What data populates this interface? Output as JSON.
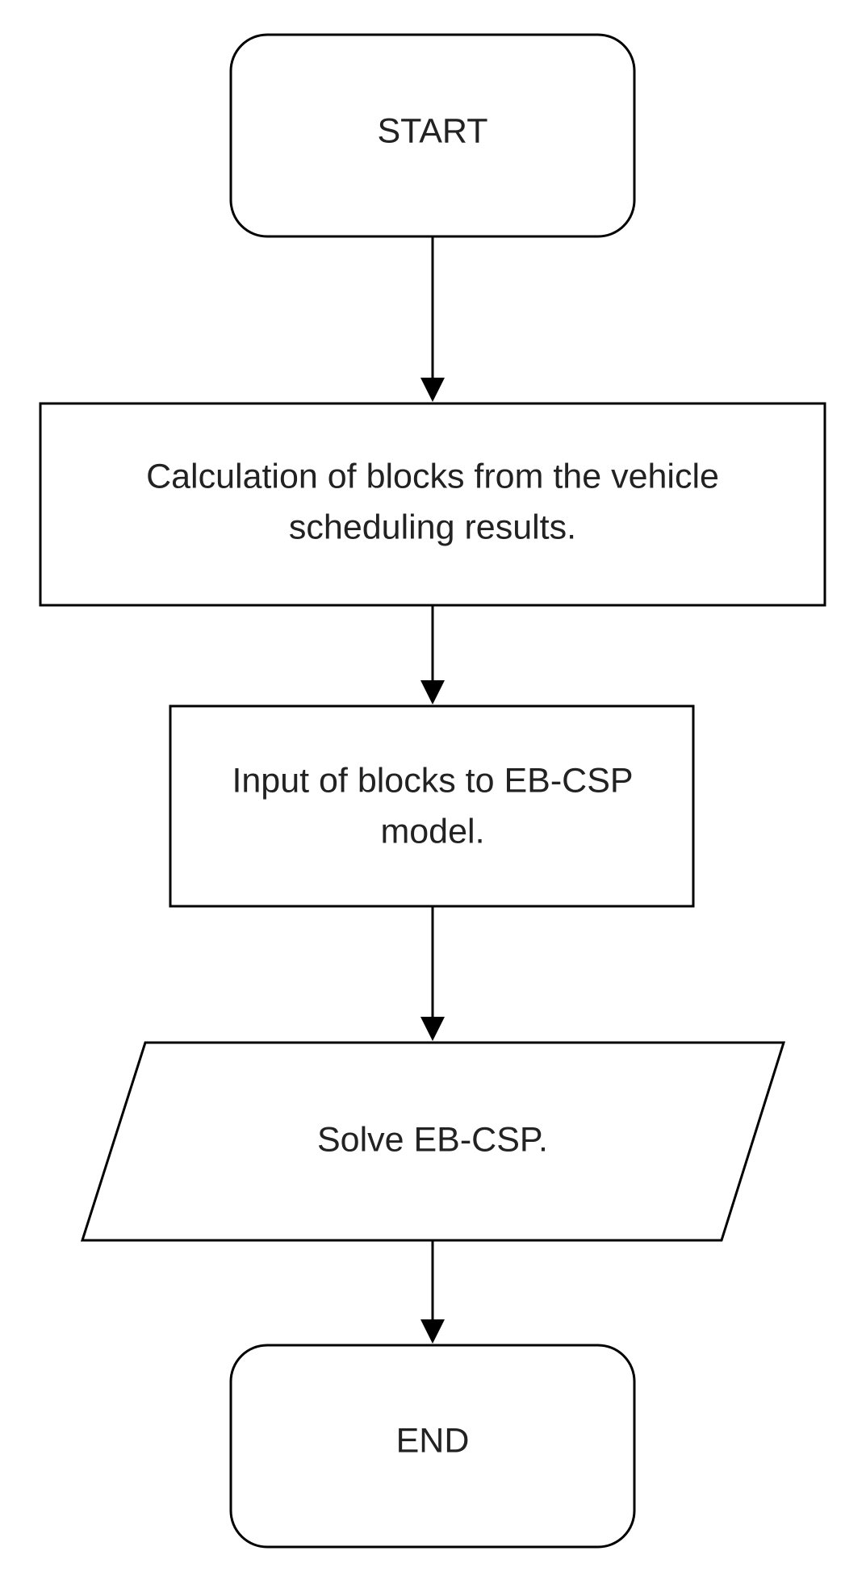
{
  "diagram": {
    "type": "flowchart",
    "nodes": [
      {
        "id": "start",
        "shape": "terminator",
        "lines": [
          "START"
        ]
      },
      {
        "id": "calc",
        "shape": "process",
        "lines": [
          "Calculation of blocks from the vehicle",
          "scheduling results."
        ]
      },
      {
        "id": "input",
        "shape": "process",
        "lines": [
          "Input of blocks to EB-CSP",
          "model."
        ]
      },
      {
        "id": "solve",
        "shape": "data",
        "lines": [
          "Solve EB-CSP."
        ]
      },
      {
        "id": "end",
        "shape": "terminator",
        "lines": [
          "END"
        ]
      }
    ],
    "edges": [
      {
        "from": "start",
        "to": "calc"
      },
      {
        "from": "calc",
        "to": "input"
      },
      {
        "from": "input",
        "to": "solve"
      },
      {
        "from": "solve",
        "to": "end"
      }
    ]
  }
}
